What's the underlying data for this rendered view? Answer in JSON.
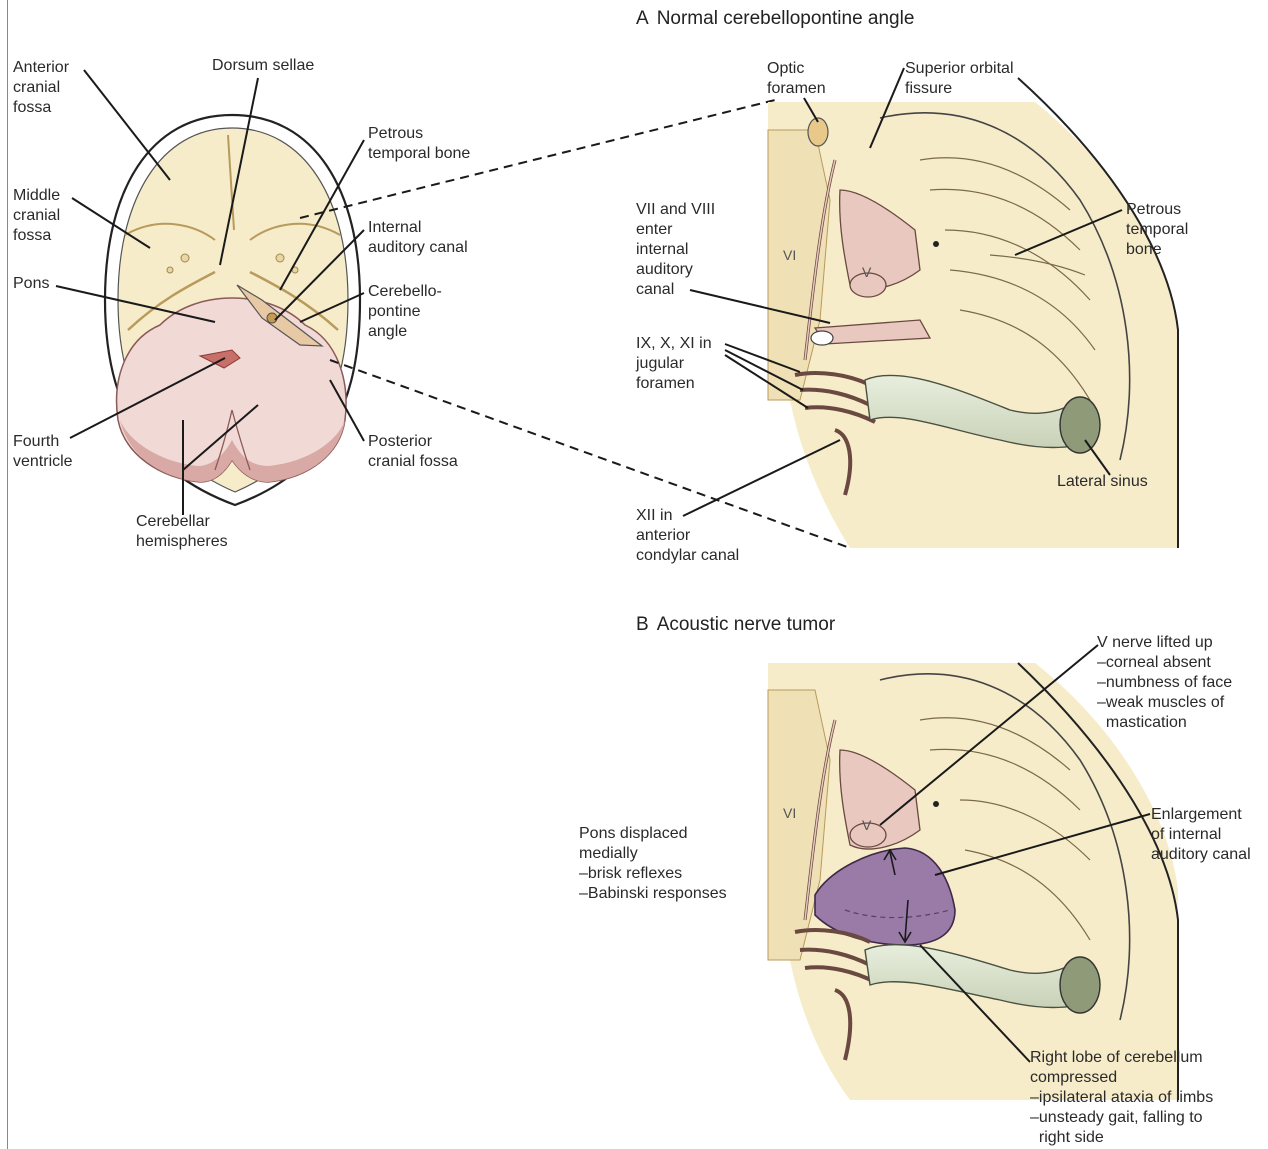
{
  "panel_a": {
    "tag": "A",
    "title": "Normal cerebellopontine angle"
  },
  "panel_b": {
    "tag": "B",
    "title": "Acoustic nerve tumor"
  },
  "skull_labels": {
    "anterior_cranial_fossa": "Anterior\ncranial\nfossa",
    "dorsum_sellae": "Dorsum sellae",
    "petrous_temporal_bone": "Petrous\ntemporal bone",
    "middle_cranial_fossa": "Middle\ncranial\nfossa",
    "internal_auditory_canal": "Internal\nauditory canal",
    "pons": "Pons",
    "cerebellopontine_angle": "Cerebello-\npontine\nangle",
    "fourth_ventricle": "Fourth\nventricle",
    "posterior_cranial_fossa": "Posterior\ncranial fossa",
    "cerebellar_hemispheres": "Cerebellar\nhemispheres"
  },
  "panel_a_labels": {
    "optic_foramen": "Optic\nforamen",
    "superior_orbital_fissure": "Superior orbital\nfissure",
    "vii_viii": "VII and VIII\nenter\ninternal\nauditory\ncanal",
    "petrous_temporal_bone": "Petrous\ntemporal\nbone",
    "ix_x_xi": "IX, X, XI in\njugular\nforamen",
    "lateral_sinus": "Lateral sinus",
    "xii": "XII in\nanterior\ncondylar canal",
    "vi": "VI",
    "v": "V"
  },
  "panel_b_labels": {
    "v_nerve": "V nerve lifted up\n–corneal absent\n–numbness of face\n–weak muscles of\n  mastication",
    "enlargement": "Enlargement\nof internal\nauditory canal",
    "pons_displaced": "Pons displaced\nmedially\n–brisk reflexes\n–Babinski responses",
    "right_lobe": "Right lobe of cerebellum\ncompressed\n–ipsilateral ataxia of limbs\n–unsteady gait, falling to\n  right side",
    "vi": "VI",
    "v": "V"
  },
  "colors": {
    "bone": "#f7ecc9",
    "bone_shadow": "#e8d6a4",
    "brain": "#f1d9d6",
    "brain_shadow": "#d9a9a6",
    "nerve": "#e9c9bf",
    "sinus": "#dfe6d2",
    "sinus_dark": "#8f9a78",
    "tumor": "#9a7aa6",
    "tumor_dark": "#6f4f7e",
    "ventricle": "#c86f6a",
    "line": "#1a1a1a"
  }
}
